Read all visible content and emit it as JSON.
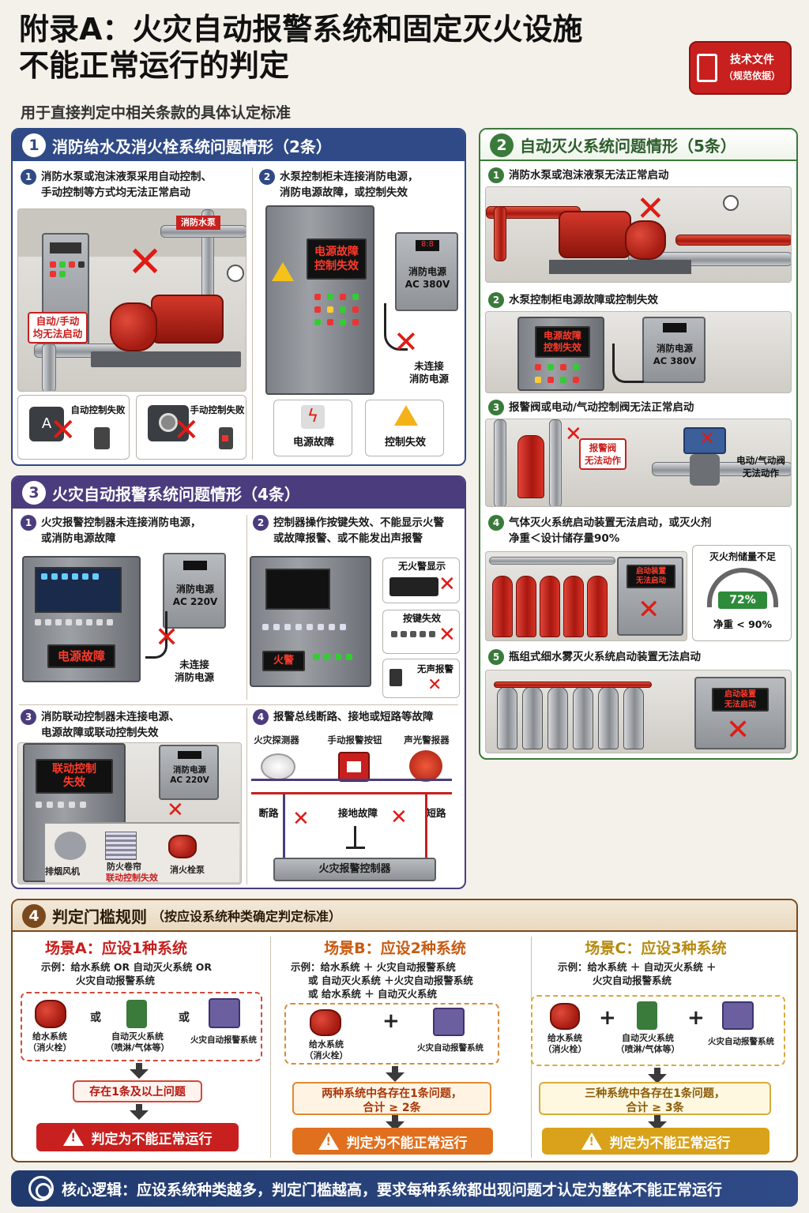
{
  "header": {
    "title_line1": "附录A：火灾自动报警系统和固定灭火设施",
    "title_line2": "不能正常运行的判定",
    "subtitle": "用于直接判定中相关条款的具体认定标准",
    "badge_line1": "技术文件",
    "badge_line2": "（规范依据）"
  },
  "section1": {
    "num": "1",
    "title": "消防给水及消火栓系统问题情形（2条）",
    "items": [
      {
        "num": "1",
        "text_line1": "消防水泵或泡沫液泵采用自动控制、",
        "text_line2": "手动控制等方式均无法正常启动"
      },
      {
        "num": "2",
        "text_line1": "水泵控制柜未连接消防电源，",
        "text_line2": "消防电源故障，或控制失效"
      }
    ],
    "pump_tag": "消防水泵",
    "auto_manual_label_1": "自动/手动",
    "auto_manual_label_2": "均无法启动",
    "auto_fail": "自动控制失败",
    "manual_fail": "手动控制失败",
    "cabinet_screen_1": "电源故障",
    "cabinet_screen_2": "控制失效",
    "power_box_1": "消防电源",
    "power_box_2": "AC 380V",
    "not_connected_1": "未连接",
    "not_connected_2": "消防电源",
    "power_fault": "电源故障",
    "control_fail": "控制失效",
    "key_a": "A"
  },
  "section2": {
    "num": "2",
    "title": "自动灭火系统问题情形（5条）",
    "items": [
      {
        "num": "1",
        "text": "消防水泵或泡沫液泵无法正常启动"
      },
      {
        "num": "2",
        "text": "水泵控制柜电源故障或控制失效"
      },
      {
        "num": "3",
        "text": "报警阀或电动/气动控制阀无法正常启动"
      },
      {
        "num": "4",
        "text_line1": "气体灭火系统启动装置无法启动，或灭火剂",
        "text_line2": "净重＜设计储存量90%"
      },
      {
        "num": "5",
        "text": "瓶组式细水雾灭火系统启动装置无法启动"
      }
    ],
    "cabinet_screen_1": "电源故障",
    "cabinet_screen_2": "控制失效",
    "power_box_1": "消防电源",
    "power_box_2": "AC 380V",
    "alarm_valve_1": "报警阀",
    "alarm_valve_2": "无法动作",
    "elec_valve_1": "电动/气动阀",
    "elec_valve_2": "无法动作",
    "gas_screen_1": "启动装置",
    "gas_screen_2": "无法启动",
    "agent_short": "灭火剂储量不足",
    "gauge_value": "72%",
    "net_weight": "净重 < 90%",
    "mist_screen_1": "启动装置",
    "mist_screen_2": "无法启动"
  },
  "section3": {
    "num": "3",
    "title": "火灾自动报警系统问题情形（4条）",
    "items": [
      {
        "num": "1",
        "text_line1": "火灾报警控制器未连接消防电源，",
        "text_line2": "或消防电源故障"
      },
      {
        "num": "2",
        "text_line1": "控制器操作按键失效、不能显示火警",
        "text_line2": "或故障报警、或不能发出声报警"
      },
      {
        "num": "3",
        "text_line1": "消防联动控制器未连接电源、",
        "text_line2": "电源故障或联动控制失效"
      },
      {
        "num": "4",
        "text": "报警总线断路、接地或短路等故障"
      }
    ],
    "power_box_1": "消防电源",
    "power_box_2": "AC 220V",
    "screen_power_fault": "电源故障",
    "not_connected_1": "未连接",
    "not_connected_2": "消防电源",
    "no_fire_display": "无火警显示",
    "key_fail": "按键失效",
    "no_sound": "无声报警",
    "screen_fire": "火警",
    "linkage_screen_1": "联动控制",
    "linkage_screen_2": "失效",
    "linkage_power_1": "消防电源",
    "linkage_power_2": "AC 220V",
    "smoke_fan": "排烟风机",
    "fire_shutter": "防火卷帘",
    "hydrant_pump": "消火栓泵",
    "linkage_fail": "联动控制失效",
    "detector": "火灾探测器",
    "manual_button": "手动报警按钮",
    "sounder": "声光警报器",
    "open_circuit": "断路",
    "ground_fault": "接地故障",
    "short_circuit": "短路",
    "controller": "火灾报警控制器"
  },
  "section4": {
    "num": "4",
    "title": "判定门槛规则",
    "title_note": "（按应设系统种类确定判定标准）",
    "scenarios": [
      {
        "title": "场景A：应设1种系统",
        "example_line1": "示例：给水系统 OR 自动灭火系统 OR",
        "example_line2": "火灾自动报警系统",
        "condition_line1": "存在1条及以上问题",
        "verdict": "判定为不能正常运行"
      },
      {
        "title": "场景B：应设2种系统",
        "example_line1": "示例：给水系统 ＋ 火灾自动报警系统",
        "example_line2": "或 自动灭火系统 ＋火灾自动报警系统",
        "example_line3": "或 给水系统 ＋ 自动灭火系统",
        "condition_line1": "两种系统中各存在1条问题，",
        "condition_line2": "合计 ≥ 2条",
        "verdict": "判定为不能正常运行"
      },
      {
        "title": "场景C：应设3种系统",
        "example_line1": "示例：给水系统 ＋ 自动灭火系统 ＋",
        "example_line2": "火灾自动报警系统",
        "condition_line1": "三种系统中各存在1条问题，",
        "condition_line2": "合计 ≥ 3条",
        "verdict": "判定为不能正常运行"
      }
    ],
    "sys_water_1": "给水系统",
    "sys_water_2": "（消火栓）",
    "sys_auto_1": "自动灭火系统",
    "sys_auto_2": "（喷淋/气体等）",
    "sys_alarm": "火灾自动报警系统",
    "or_word": "或",
    "plus_sign": "+"
  },
  "footer": {
    "text": "核心逻辑：应设系统种类越多，判定门槛越高，要求每种系统都出现问题才认定为整体不能正常运行"
  }
}
